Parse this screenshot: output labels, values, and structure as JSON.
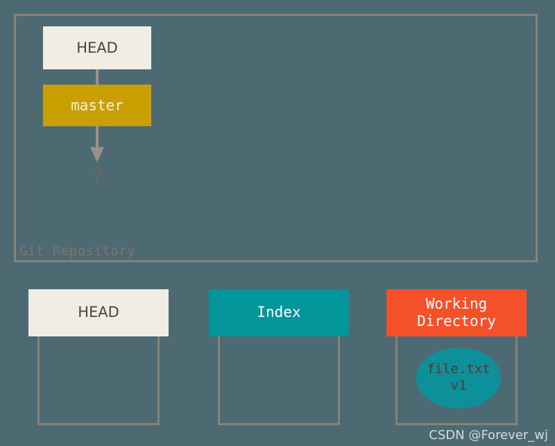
{
  "diagram": {
    "type": "git-state-diagram",
    "background_color": "#4d6a73",
    "repository": {
      "label": "Git Repository",
      "border_color": "#8a8275",
      "nodes": [
        {
          "id": "head-ref",
          "label": "HEAD",
          "fill": "#efede4",
          "text_color": "#4a443c"
        },
        {
          "id": "master-branch",
          "label": "master",
          "fill": "#ca9f02",
          "text_color": "#f2f0ea"
        },
        {
          "id": "unknown-commit",
          "label": "?",
          "text_color": "#6e665c"
        }
      ],
      "connectors": [
        {
          "from": "head-ref",
          "to": "master-branch",
          "style": "line",
          "color": "#9b9287"
        },
        {
          "from": "master-branch",
          "to": "unknown-commit",
          "style": "arrow",
          "color": "#9b9287"
        }
      ]
    },
    "areas": [
      {
        "id": "head-area",
        "title": "HEAD",
        "header_fill": "#efede4",
        "header_text_color": "#4a443c",
        "contents": []
      },
      {
        "id": "index-area",
        "title": "Index",
        "header_fill": "#029599",
        "header_text_color": "#ffffff",
        "contents": []
      },
      {
        "id": "working-directory-area",
        "title_line1": "Working",
        "title_line2": "Directory",
        "header_fill": "#f4502a",
        "header_text_color": "#ffffff",
        "contents": [
          {
            "id": "file-blob",
            "name": "file.txt",
            "version": "v1",
            "fill": "#0d9099",
            "text_color": "#5d3631"
          }
        ]
      }
    ]
  },
  "watermark": {
    "text": "CSDN @Forever_wj",
    "color": "#d5dade"
  }
}
